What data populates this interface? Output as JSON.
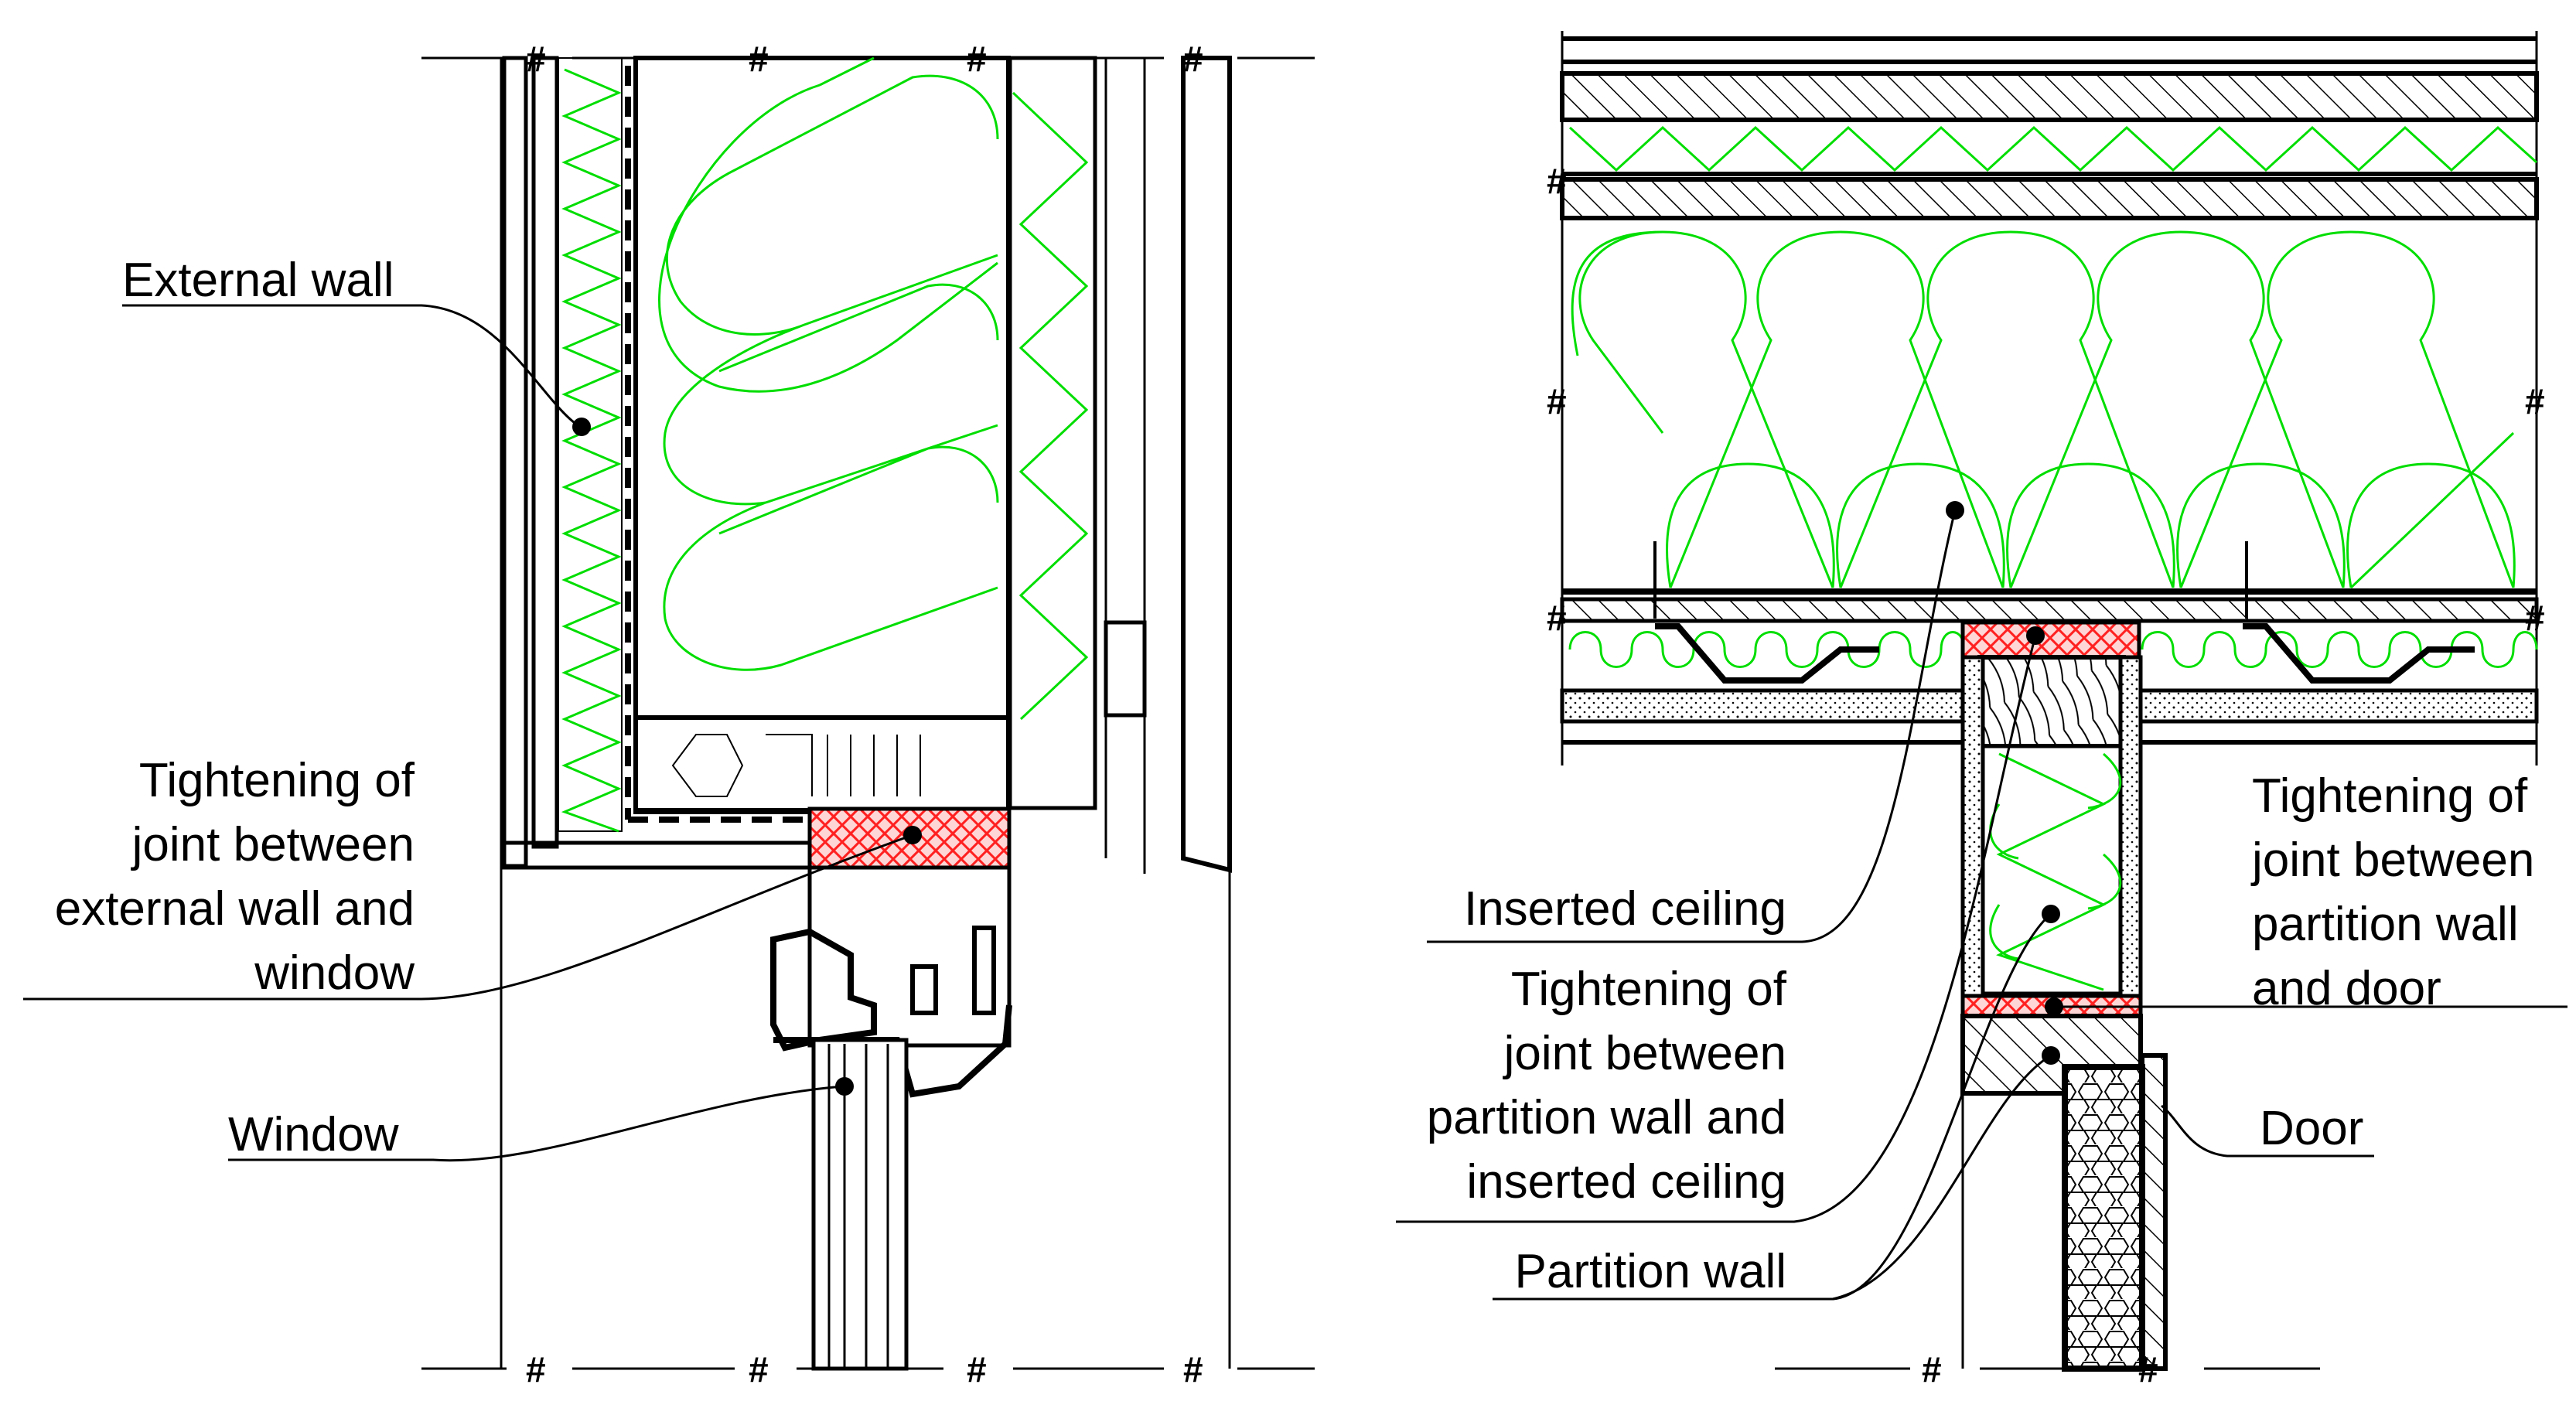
{
  "left_detail": {
    "labels": {
      "external_wall": "External wall",
      "joint_wall_window": [
        "Tightening of",
        "joint between",
        "external wall and",
        "window"
      ],
      "window": "Window"
    },
    "break_mark": "#"
  },
  "right_detail": {
    "labels": {
      "inserted_ceiling": "Inserted ceiling",
      "joint_partition_ceiling": [
        "Tightening of",
        "joint between",
        "partition wall and",
        "inserted ceiling"
      ],
      "partition_wall": "Partition wall",
      "joint_partition_door": [
        "Tightening of",
        "joint between",
        "partition wall",
        "and door"
      ],
      "door": "Door"
    },
    "break_mark": "#"
  },
  "colors": {
    "line": "#000000",
    "insulation": "#00dd00",
    "sealant_fill": "#ffd6d6",
    "sealant_hatch": "#ff2020"
  }
}
